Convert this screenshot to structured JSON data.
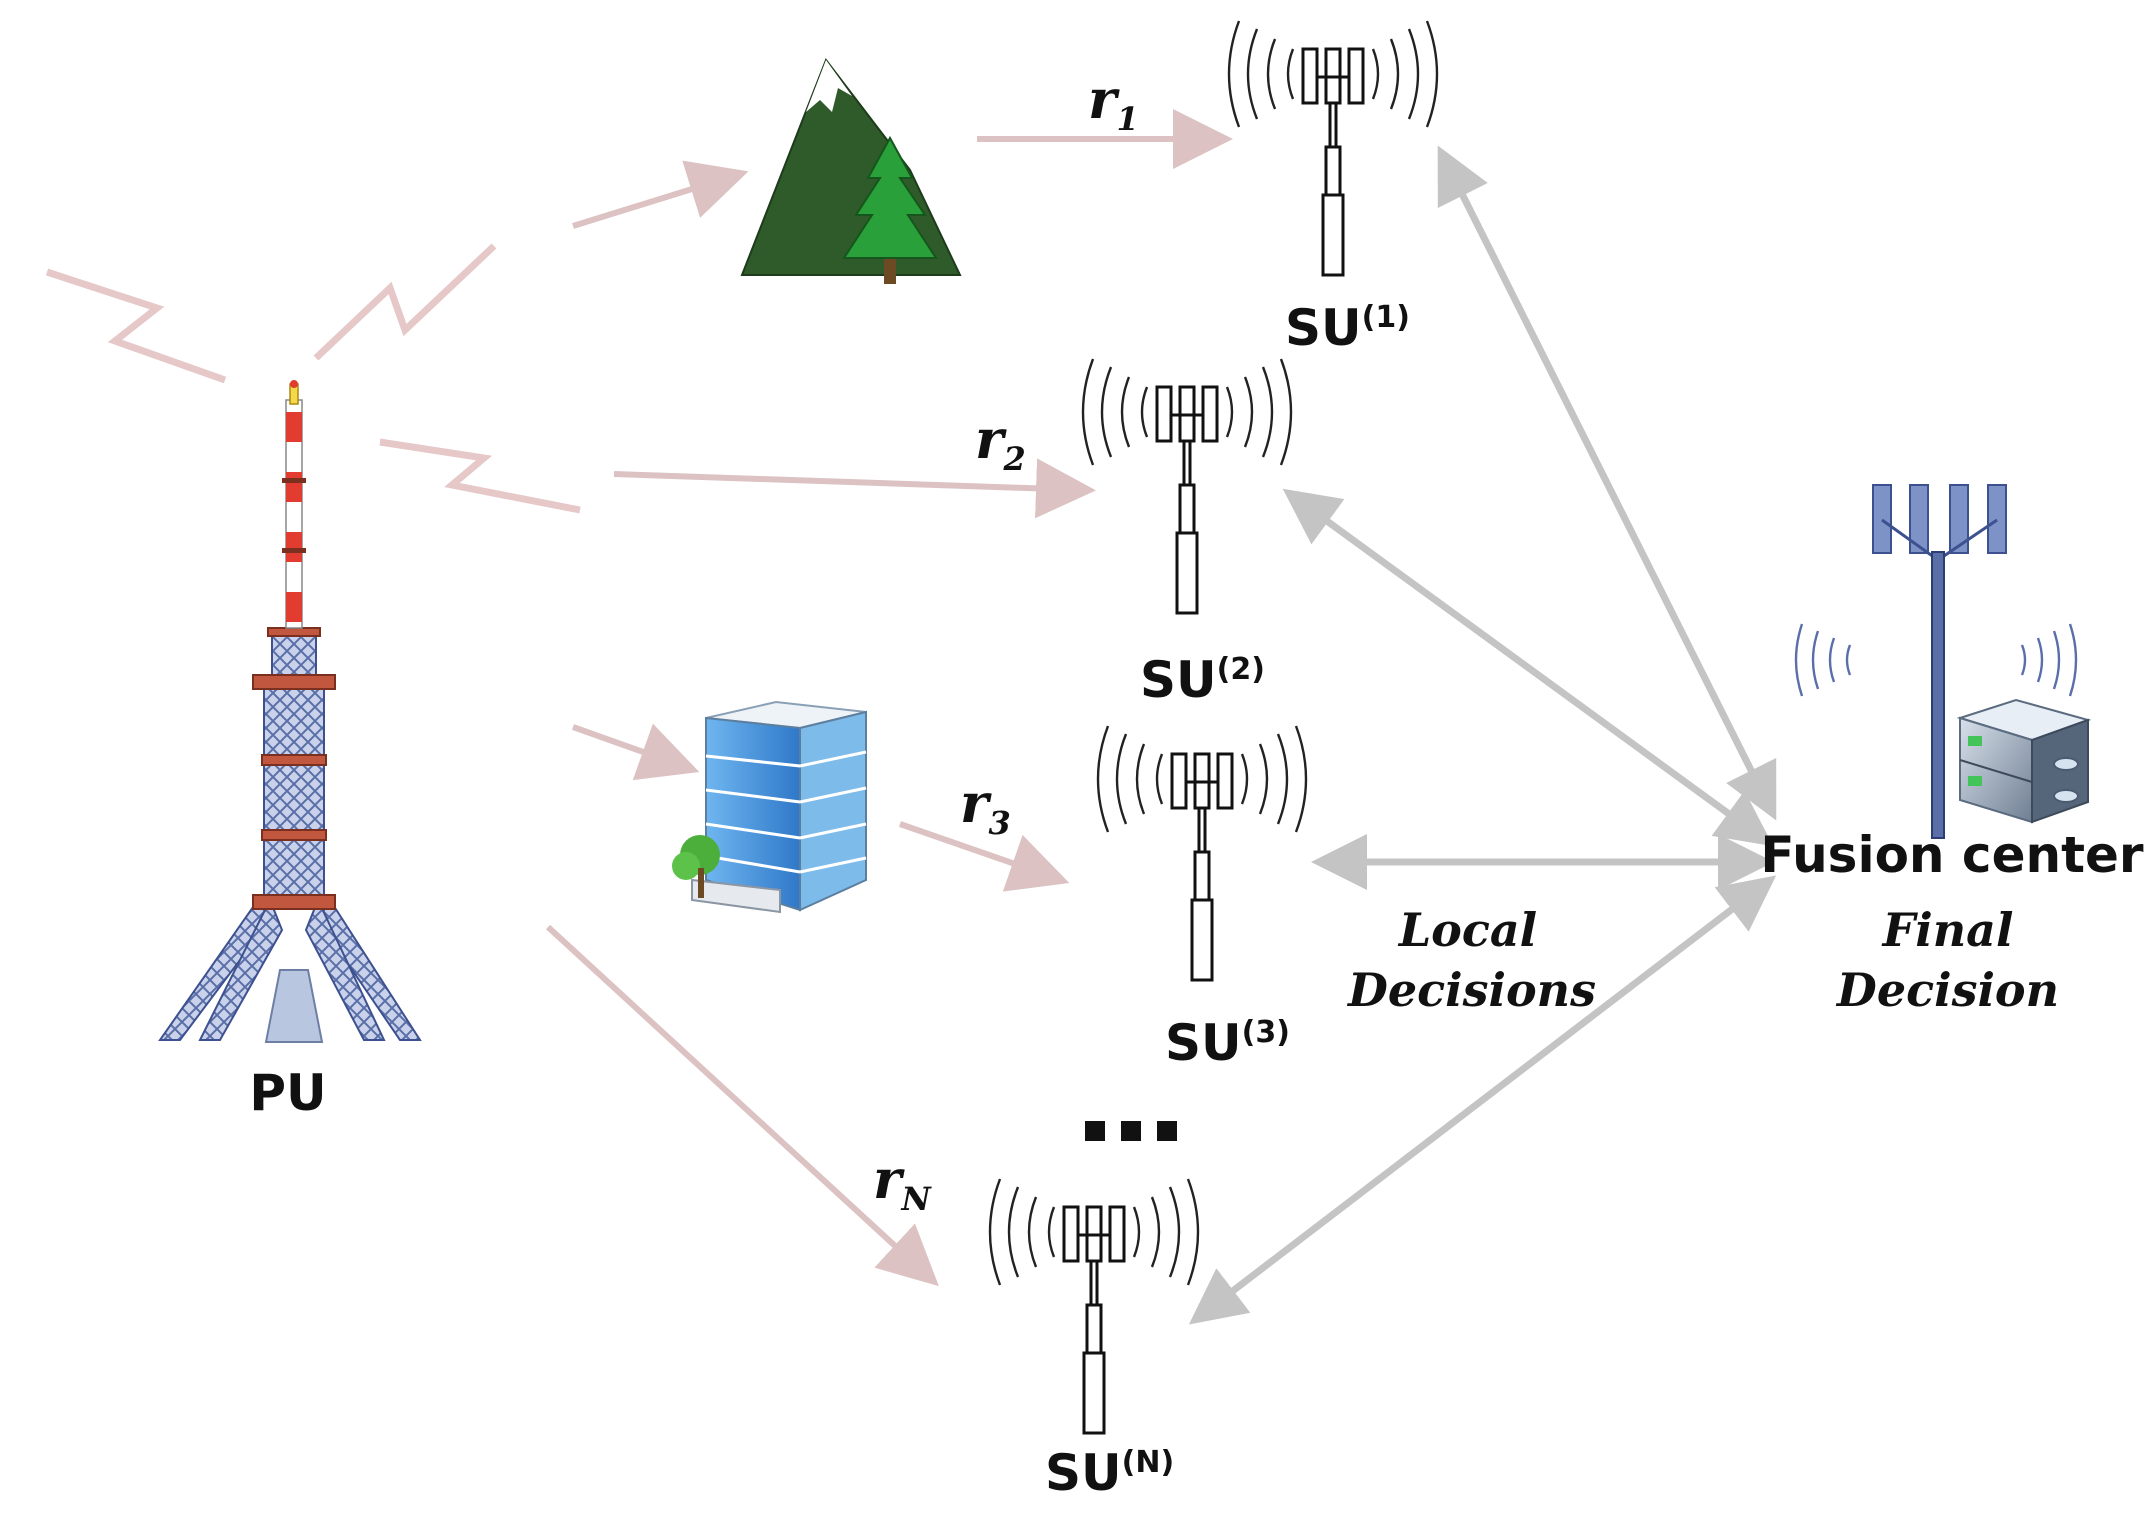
{
  "labels": {
    "pu": "PU",
    "su1": {
      "main": "SU",
      "sup": "(1)"
    },
    "su2": {
      "main": "SU",
      "sup": "(2)"
    },
    "su3": {
      "main": "SU",
      "sup": "(3)"
    },
    "suN": {
      "main": "SU",
      "sup": "(N)"
    },
    "r1": {
      "main": "r",
      "sub": "1"
    },
    "r2": {
      "main": "r",
      "sub": "2"
    },
    "r3": {
      "main": "r",
      "sub": "3"
    },
    "rN": {
      "main": "r",
      "sub": "N"
    },
    "fusion_center": "Fusion center",
    "local_decisions": [
      "Local",
      "Decisions"
    ],
    "final_decision": [
      "Final",
      "Decision"
    ]
  },
  "icons": {
    "pu": "broadcast-tower-icon",
    "obstacle_1": "mountain-icon",
    "obstacle_2": "building-icon",
    "su": "cell-antenna-icon",
    "fusion": "base-station-server-icon"
  },
  "colors": {
    "signal_arrow": "#dcc2c2",
    "report_arrow": "#c4c4c4",
    "mountain": "#2f5a2a",
    "tree": "#29a03a",
    "building": "#3f8fd8",
    "tower_red": "#e23b2f",
    "tower_blue": "#5a6fa8"
  }
}
